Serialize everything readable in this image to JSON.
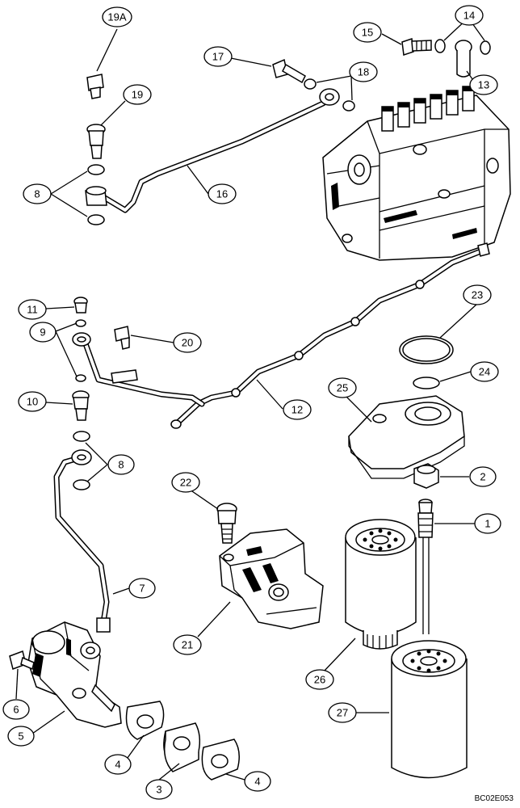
{
  "callouts": [
    {
      "id": "c19a",
      "label": "19A"
    },
    {
      "id": "c19",
      "label": "19"
    },
    {
      "id": "c17",
      "label": "17"
    },
    {
      "id": "c18",
      "label": "18"
    },
    {
      "id": "c15",
      "label": "15"
    },
    {
      "id": "c14",
      "label": "14"
    },
    {
      "id": "c13",
      "label": "13"
    },
    {
      "id": "c8a",
      "label": "8"
    },
    {
      "id": "c16",
      "label": "16"
    },
    {
      "id": "c11",
      "label": "11"
    },
    {
      "id": "c9",
      "label": "9"
    },
    {
      "id": "c20",
      "label": "20"
    },
    {
      "id": "c10",
      "label": "10"
    },
    {
      "id": "c8b",
      "label": "8"
    },
    {
      "id": "c12",
      "label": "12"
    },
    {
      "id": "c23",
      "label": "23"
    },
    {
      "id": "c24",
      "label": "24"
    },
    {
      "id": "c25",
      "label": "25"
    },
    {
      "id": "c2",
      "label": "2"
    },
    {
      "id": "c22",
      "label": "22"
    },
    {
      "id": "c1",
      "label": "1"
    },
    {
      "id": "c7",
      "label": "7"
    },
    {
      "id": "c21",
      "label": "21"
    },
    {
      "id": "c26",
      "label": "26"
    },
    {
      "id": "c6",
      "label": "6"
    },
    {
      "id": "c5",
      "label": "5"
    },
    {
      "id": "c27",
      "label": "27"
    },
    {
      "id": "c4a",
      "label": "4"
    },
    {
      "id": "c3",
      "label": "3"
    },
    {
      "id": "c4b",
      "label": "4"
    }
  ],
  "reference_code": "BC02E053"
}
